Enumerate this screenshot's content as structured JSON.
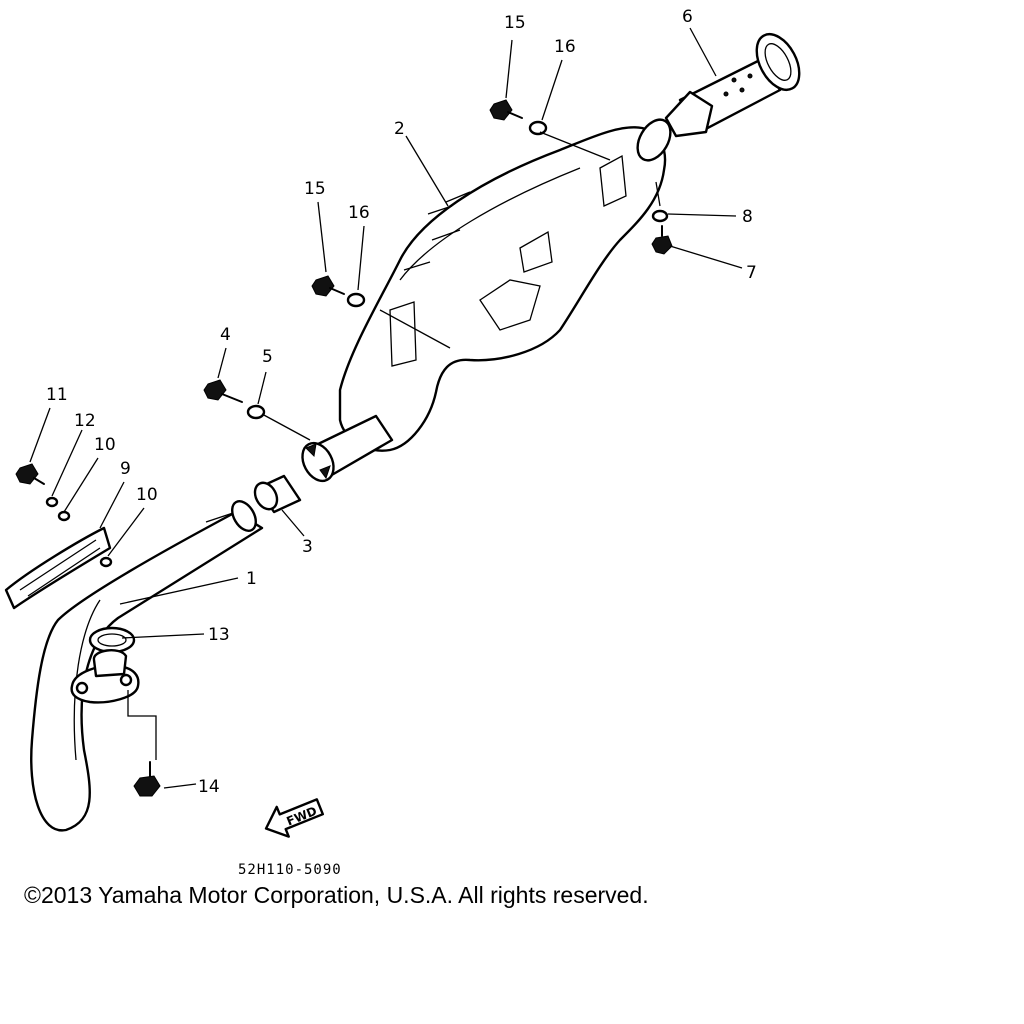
{
  "callouts": [
    {
      "id": "c15a",
      "label": "15"
    },
    {
      "id": "c16a",
      "label": "16"
    },
    {
      "id": "c6",
      "label": "6"
    },
    {
      "id": "c2",
      "label": "2"
    },
    {
      "id": "c15b",
      "label": "15"
    },
    {
      "id": "c16b",
      "label": "16"
    },
    {
      "id": "c8",
      "label": "8"
    },
    {
      "id": "c7",
      "label": "7"
    },
    {
      "id": "c4",
      "label": "4"
    },
    {
      "id": "c5",
      "label": "5"
    },
    {
      "id": "c11",
      "label": "11"
    },
    {
      "id": "c12",
      "label": "12"
    },
    {
      "id": "c10a",
      "label": "10"
    },
    {
      "id": "c9",
      "label": "9"
    },
    {
      "id": "c10b",
      "label": "10"
    },
    {
      "id": "c3",
      "label": "3"
    },
    {
      "id": "c1",
      "label": "1"
    },
    {
      "id": "c13",
      "label": "13"
    },
    {
      "id": "c14",
      "label": "14"
    }
  ],
  "fwd_label": "FWD",
  "part_code": "52H110-5090",
  "copyright": "©2013 Yamaha Motor Corporation, U.S.A. All rights reserved."
}
